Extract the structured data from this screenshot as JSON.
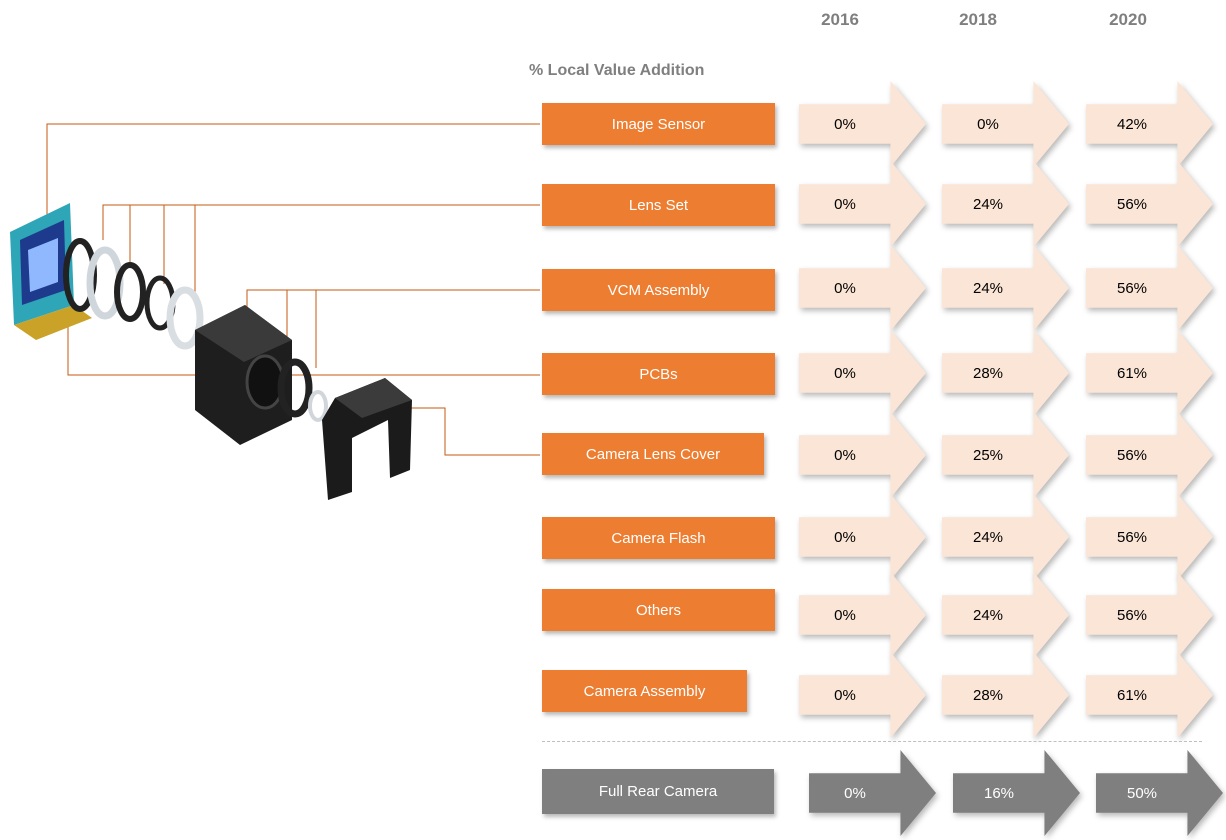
{
  "years": [
    "2016",
    "2018",
    "2020"
  ],
  "subtitle": "% Local Value Addition",
  "components": [
    {
      "label": "Image Sensor",
      "values": [
        "0%",
        "0%",
        "42%"
      ]
    },
    {
      "label": "Lens Set",
      "values": [
        "0%",
        "24%",
        "56%"
      ]
    },
    {
      "label": "VCM Assembly",
      "values": [
        "0%",
        "24%",
        "56%"
      ]
    },
    {
      "label": "PCBs",
      "values": [
        "0%",
        "28%",
        "61%"
      ]
    },
    {
      "label": "Camera Lens Cover",
      "values": [
        "0%",
        "25%",
        "56%"
      ]
    },
    {
      "label": "Camera Flash",
      "values": [
        "0%",
        "24%",
        "56%"
      ]
    },
    {
      "label": "Others",
      "values": [
        "0%",
        "24%",
        "56%"
      ]
    },
    {
      "label": "Camera Assembly",
      "values": [
        "0%",
        "28%",
        "61%"
      ]
    }
  ],
  "total": {
    "label": "Full Rear Camera",
    "values": [
      "0%",
      "16%",
      "50%"
    ]
  },
  "colors": {
    "component_box": "#ed7d31",
    "arrow_light": "#fbe5d6",
    "total_box": "#7f7f7f",
    "header_text": "#7f7f7f"
  }
}
